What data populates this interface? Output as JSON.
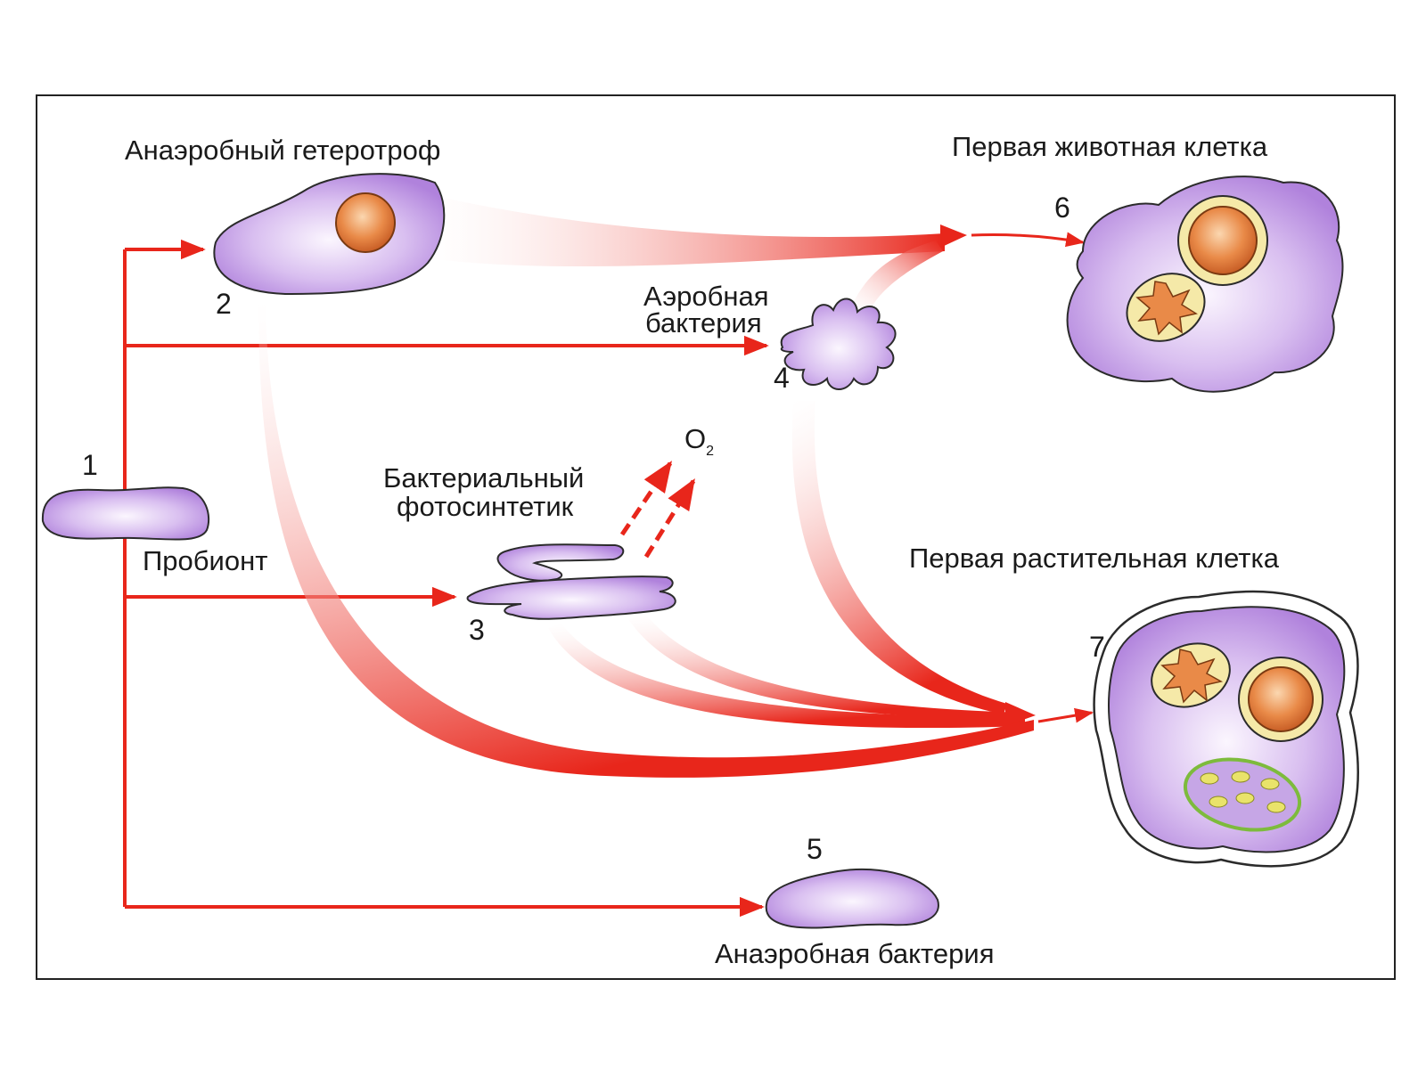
{
  "labels": {
    "anaerobic_heterotroph": "Анаэробный гетеротроф",
    "first_animal_cell": "Первая животная клетка",
    "aerobic_bacterium_line1": "Аэробная",
    "aerobic_bacterium_line2": "бактерия",
    "bacterial_photosynthetic_line1": "Бактериальный",
    "bacterial_photosynthetic_line2": "фотосинтетик",
    "oxygen_symbol": "O",
    "oxygen_subscript": "2",
    "probiont": "Пробионт",
    "first_plant_cell": "Первая растительная клетка",
    "anaerobic_bacterium": "Анаэробная бактерия"
  },
  "numbers": {
    "probiont": "1",
    "heterotroph": "2",
    "photosynthetic": "3",
    "aerobic": "4",
    "anaerobic_bacterium": "5",
    "animal_cell": "6",
    "plant_cell": "7"
  },
  "colors": {
    "arrow": "#e8261b",
    "cell_fill": "#b98ce0",
    "cell_light": "#f6eefc",
    "cell_outline": "#2b2b2b",
    "nucleus": "#e07a3a",
    "nucleus_ring": "#f4e6a0",
    "chloroplast": "#7dbb3c",
    "frame": "#222222"
  }
}
